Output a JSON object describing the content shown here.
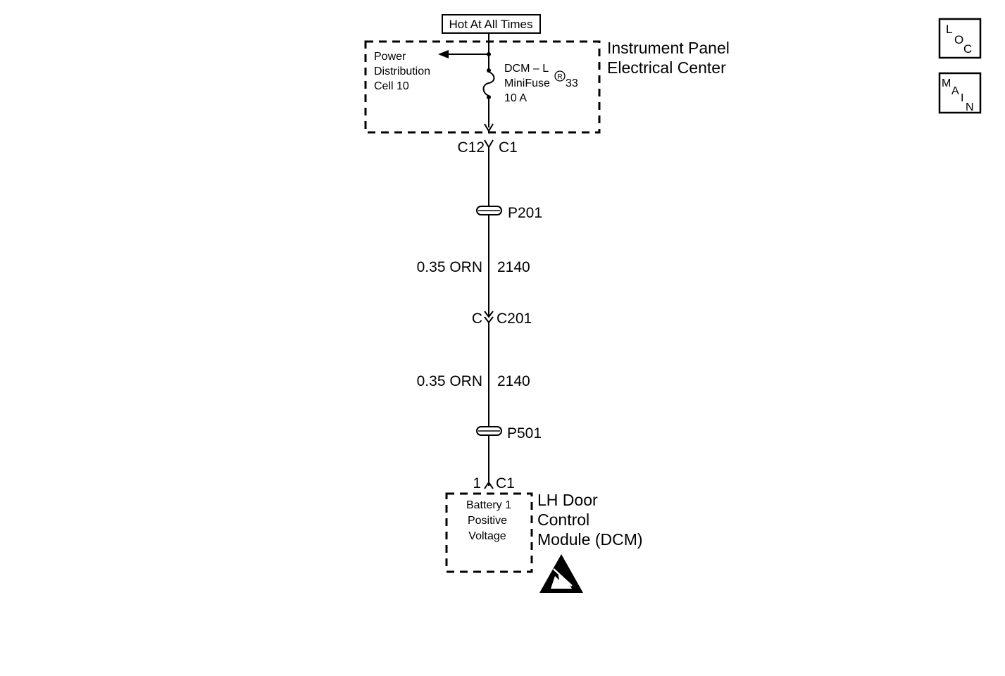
{
  "hot_label": "Hot At All Times",
  "ipec": {
    "title_line1": "Instrument Panel",
    "title_line2": "Electrical Center",
    "pd_line1": "Power",
    "pd_line2": "Distribution",
    "pd_line3": "Cell 10",
    "fuse_line1": "DCM – L",
    "fuse_line2": "MiniFuse",
    "fuse_reg": "R",
    "fuse_num": "33",
    "fuse_line3": "10 A"
  },
  "connector_top": {
    "left": "C12",
    "right": "C1"
  },
  "splice1": "P201",
  "wire1": {
    "gauge_color": "0.35 ORN",
    "circuit": "2140"
  },
  "inline_connector": {
    "left": "C",
    "right": "C201"
  },
  "wire2": {
    "gauge_color": "0.35 ORN",
    "circuit": "2140"
  },
  "splice2": "P501",
  "connector_bottom": {
    "left": "1",
    "right": "C1"
  },
  "dcm": {
    "inner_line1": "Battery 1",
    "inner_line2": "Positive",
    "inner_line3": "Voltage",
    "title_line1": "LH Door",
    "title_line2": "Control",
    "title_line3": "Module (DCM)"
  },
  "nav": {
    "loc": [
      "L",
      "O",
      "C"
    ],
    "main": [
      "M",
      "A",
      "I",
      "N"
    ]
  },
  "icons": {
    "esd": "esd-sensitive-icon"
  }
}
